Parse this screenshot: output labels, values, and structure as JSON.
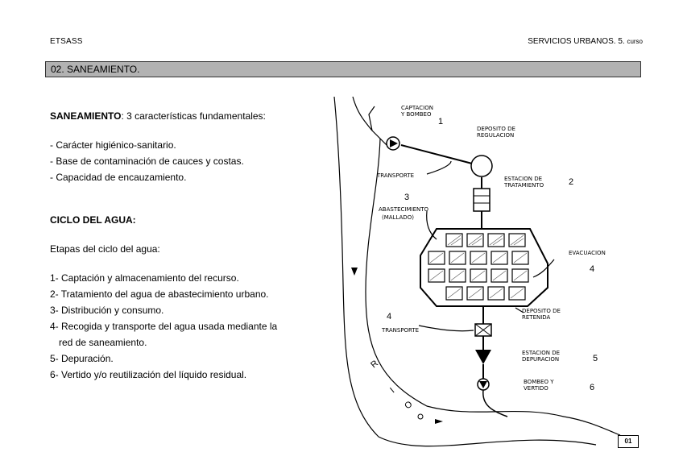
{
  "header": {
    "left": "ETSASS",
    "right_main": "SERVICIOS URBANOS. 5. ",
    "right_small": "curso"
  },
  "section_title": "02. SANEAMIENTO.",
  "saneamiento": {
    "heading": "SANEAMIENTO",
    "heading_suffix": ": 3 características fundamentales:",
    "items": [
      "- Carácter higiénico-sanitario.",
      "- Base de contaminación de cauces y costas.",
      "- Capacidad de encauzamiento."
    ]
  },
  "ciclo": {
    "heading": "CICLO DEL AGUA:",
    "intro": "Etapas del ciclo del agua:",
    "steps": [
      "1- Captación y almacenamiento del recurso.",
      "2- Tratamiento del agua de abastecimiento urbano.",
      "3- Distribución y consumo.",
      "4- Recogida y transporte del agua usada mediante la",
      "red de saneamiento.",
      "5- Depuración.",
      "6- Vertido y/o reutilización del líquido residual."
    ]
  },
  "diagram": {
    "captacion_1": "CAPTACION",
    "captacion_2": "Y BOMBEO",
    "n1": "1",
    "deposito_reg_1": "DEPOSITO DE",
    "deposito_reg_2": "REGULACION",
    "transporte_top": "TRANSPORTE",
    "estacion_trat_1": "ESTACION DE",
    "estacion_trat_2": "TRATAMIENTO",
    "n2": "2",
    "n3": "3",
    "abastecimiento_1": "ABASTECIMIENTO",
    "abastecimiento_2": "(MALLADO)",
    "evacuacion": "EVACUACION",
    "n4a": "4",
    "n4b": "4",
    "deposito_ret_1": "DEPOSITO DE",
    "deposito_ret_2": "RETENIDA",
    "transporte_bottom": "TRANSPORTE",
    "estacion_dep_1": "ESTACION DE",
    "estacion_dep_2": "DEPURACION",
    "n5": "5",
    "bombeo_1": "BOMBEO Y",
    "bombeo_2": "VERTIDO",
    "n6": "6",
    "river_letters": [
      "R",
      "I",
      "O"
    ]
  },
  "page_number": "01"
}
